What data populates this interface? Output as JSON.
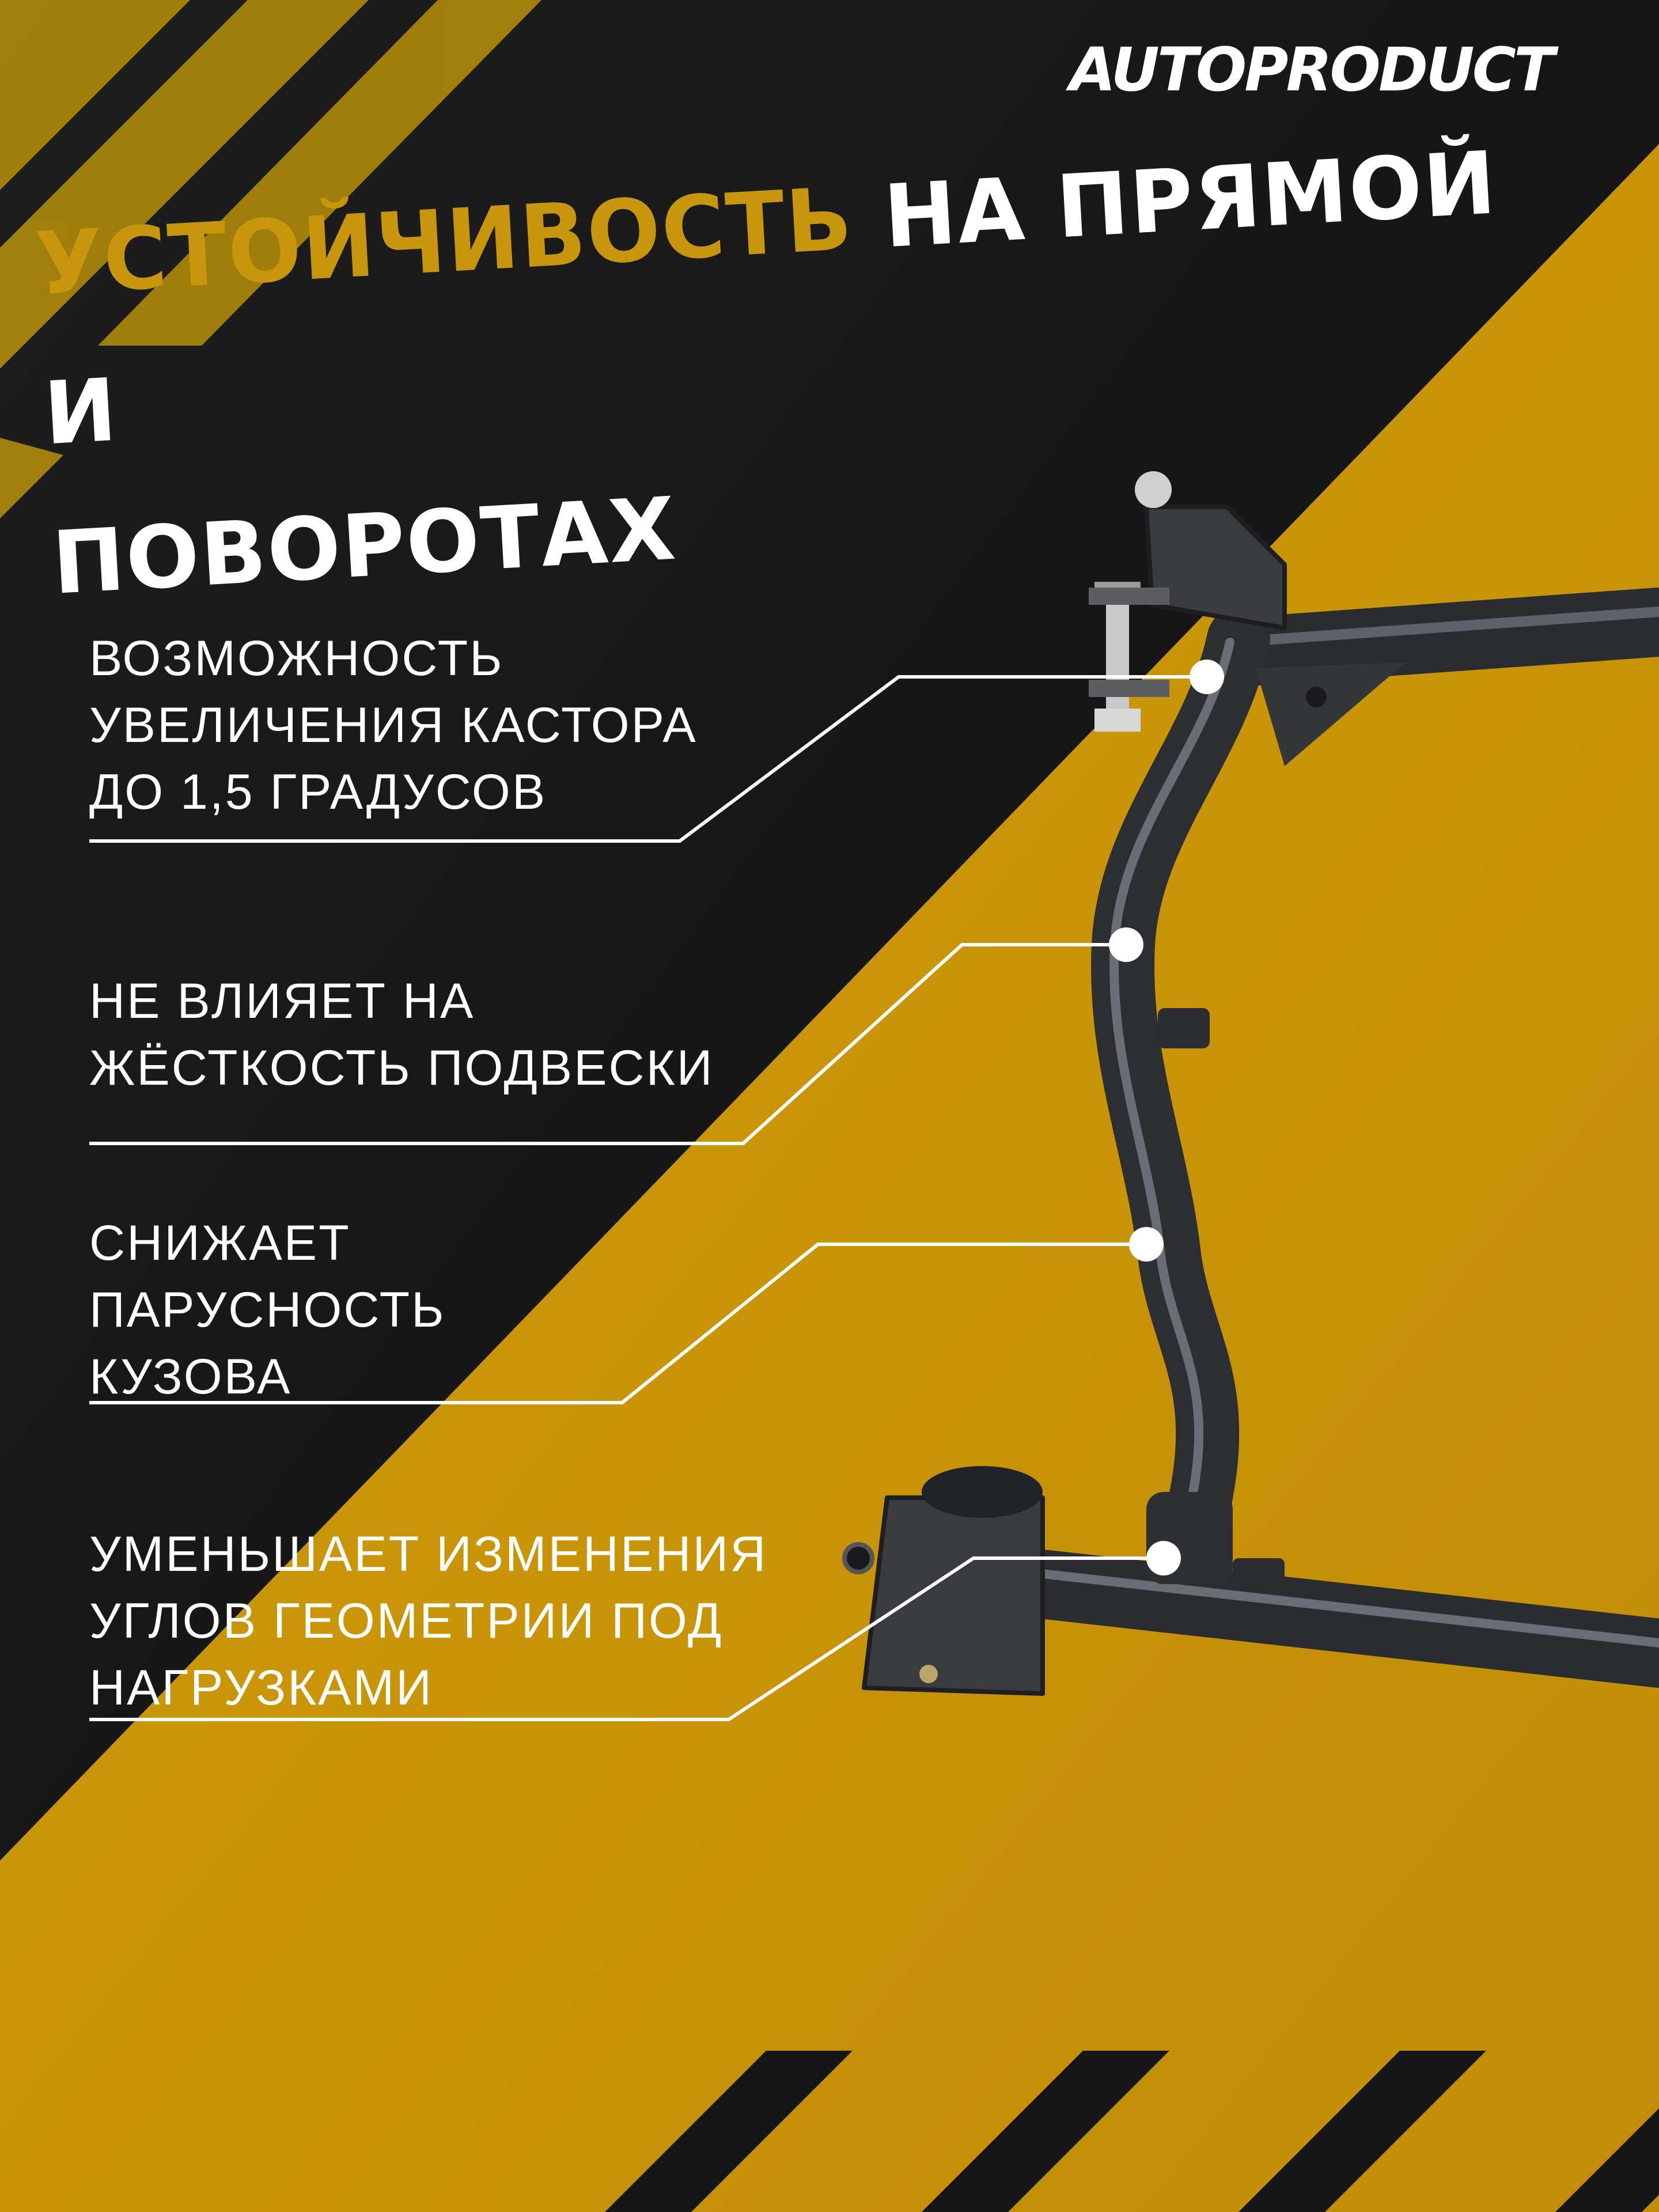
{
  "brand": {
    "logo_text": "AUTOPRODUCT"
  },
  "headline": {
    "accent": "УСТОЙЧИВОСТЬ",
    "rest_line1": "НА ПРЯМОЙ И",
    "line2": "ПОВОРОТАХ"
  },
  "features": [
    {
      "text": "ВОЗМОЖНОСТЬ\nУВЕЛИЧЕНИЯ КАСТОРА\nДО 1,5 ГРАДУСОВ"
    },
    {
      "text": "НЕ ВЛИЯЕТ НА\nЖЁСТКОСТЬ ПОДВЕСКИ"
    },
    {
      "text": "СНИЖАЕТ\nПАРУСНОСТЬ\nКУЗОВА"
    },
    {
      "text": "УМЕНЬШАЕТ ИЗМЕНЕНИЯ\nУГЛОВ ГЕОМЕТРИИ ПОД\nНАГРУЗКАМИ"
    }
  ],
  "colors": {
    "background_dark": "#141414",
    "accent_yellow": "#c8960c",
    "frame_gray": "#3a3c40",
    "text_white": "#ffffff"
  },
  "product": {
    "icon": "subframe-stretcher-image"
  }
}
